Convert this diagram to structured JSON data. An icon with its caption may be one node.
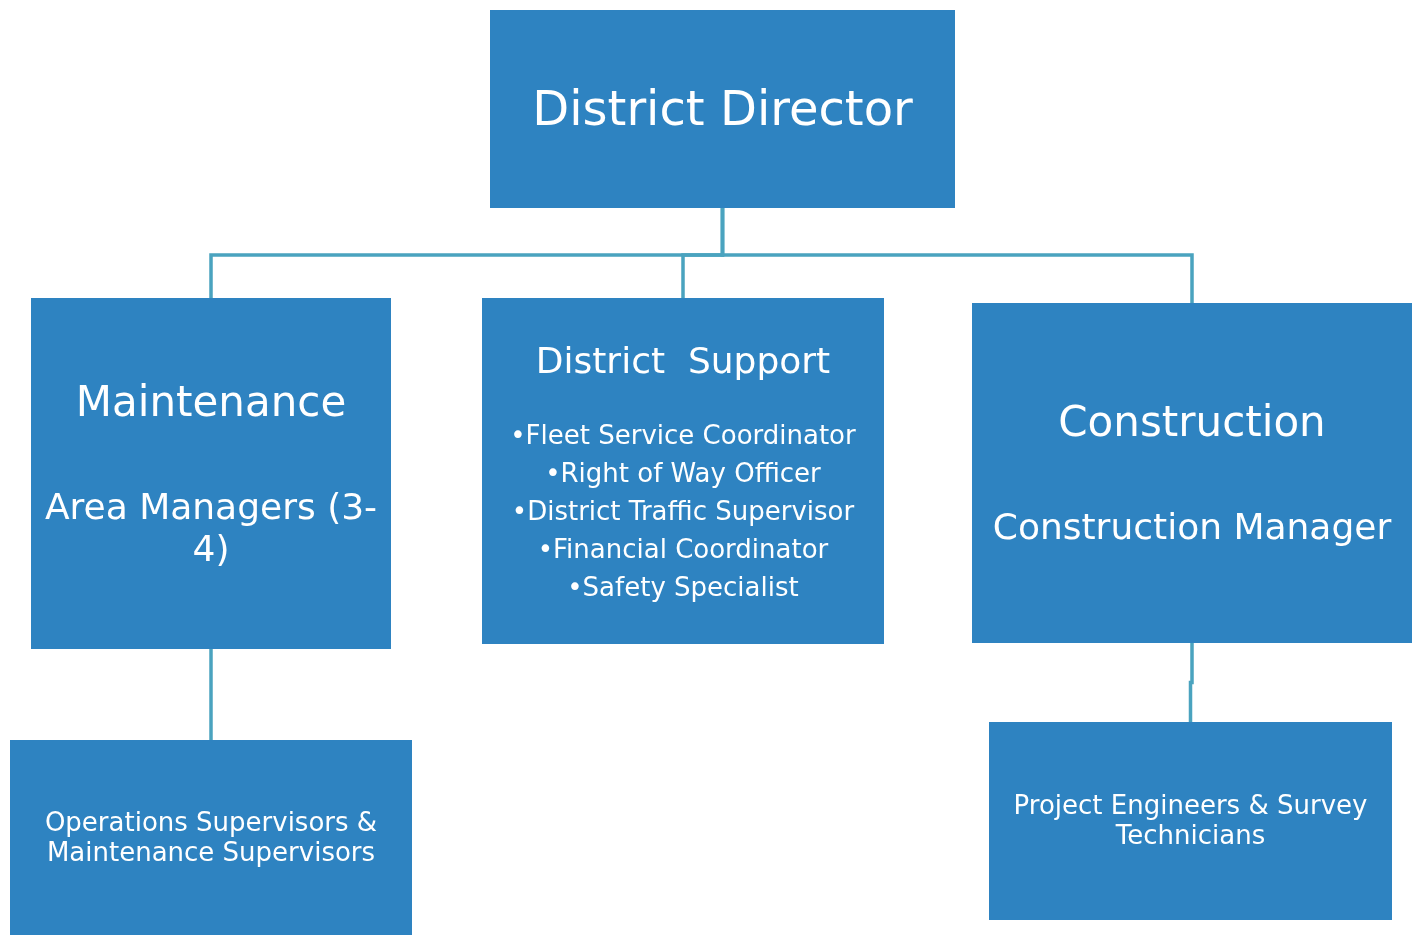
{
  "diagram": {
    "nodes": [
      {
        "text": [
          "District Director"
        ]
      },
      {
        "text": [
          "Maintenance",
          "Area Managers (3-4)"
        ]
      },
      {
        "text": [
          "District  Support",
          "•Fleet Service Coordinator",
          "•Right of Way Officer",
          "•District Traffic Supervisor",
          "•Financial Coordinator",
          "•Safety Specialist"
        ]
      },
      {
        "text": [
          "Construction",
          "Construction Manager"
        ]
      },
      {
        "text": [
          "Operations Supervisors & Maintenance Supervisors"
        ]
      },
      {
        "text": [
          "Project Engineers & Survey Technicians"
        ]
      }
    ],
    "edges": [
      {
        "from": 0,
        "to": 1,
        "arrow": "none"
      },
      {
        "from": 0,
        "to": 2,
        "arrow": "none"
      },
      {
        "from": 0,
        "to": 3,
        "arrow": "none"
      },
      {
        "from": 1,
        "to": 4,
        "arrow": "none"
      },
      {
        "from": 3,
        "to": 5,
        "arrow": "none"
      }
    ]
  }
}
